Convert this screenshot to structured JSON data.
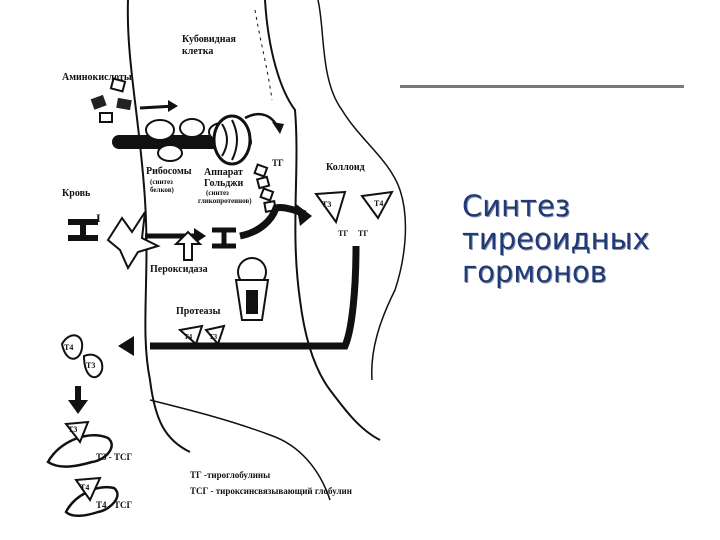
{
  "slide": {
    "title_lines": [
      "Синтез",
      "тиреоидных",
      "гормонов"
    ],
    "accent_color": "#1e3a78"
  },
  "diagram": {
    "labels": {
      "cubic_cell": "Кубовидная",
      "cubic_cell_2": "клетка",
      "amino_acids": "Аминокислоты",
      "blood": "Кровь",
      "ribosomes": "Рибосомы",
      "ribosomes_sub": "(синтез",
      "ribosomes_sub2": "белков)",
      "golgi": "Аппарат",
      "golgi_2": "Гольджи",
      "golgi_sub": "(синтез",
      "golgi_sub2": "гликопротеинов)",
      "tg": "ТГ",
      "colloid": "Коллоид",
      "peroxidase": "Пероксидаза",
      "proteases": "Протеазы",
      "iodide": "I",
      "t3": "Т3",
      "t4": "Т4",
      "tg2": "ТГ",
      "tg3": "ТГ",
      "t4_small": "Т4",
      "t3_small": "Т3",
      "t4_left": "Т4",
      "t3_left": "Т3",
      "t3_bound_in": "Т3",
      "t3_tsg": "Т3 - ТСГ",
      "t4_bound_in": "Т4",
      "t4_tsg": "Т4 - ТСГ"
    },
    "legend": {
      "tg_line": "ТГ -тироглобулины",
      "tsg_line": "ТСГ - тироксинсвязывающий глобулин"
    }
  }
}
